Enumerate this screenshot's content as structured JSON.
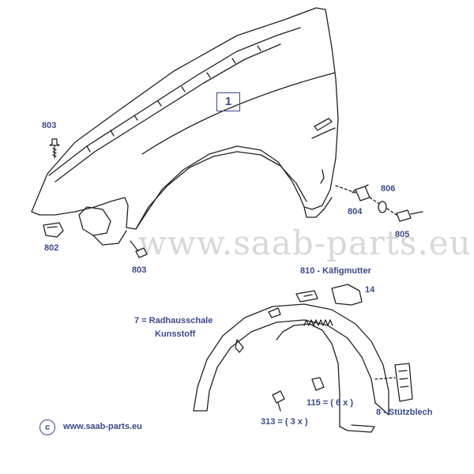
{
  "watermark": "www.saab-parts.eu",
  "callout_main": "1",
  "labels": {
    "p803_top": "803",
    "p802": "802",
    "p803_bottom": "803",
    "p806": "806",
    "p804": "804",
    "p805": "805",
    "p810": "810 - Käfigmutter",
    "p14": "14",
    "p7_line1": "7 = Radhausschale",
    "p7_line2": "Kunsstoff",
    "p115": "115 = ( 6 x )",
    "p313": "313 = ( 3 x )",
    "p8": "8 - Stützblech"
  },
  "copyright": {
    "symbol": "c",
    "text": "www.saab-parts.eu"
  },
  "colors": {
    "label": "#3b4a8c",
    "line": "#222222",
    "watermark": "#d8d8d8"
  }
}
